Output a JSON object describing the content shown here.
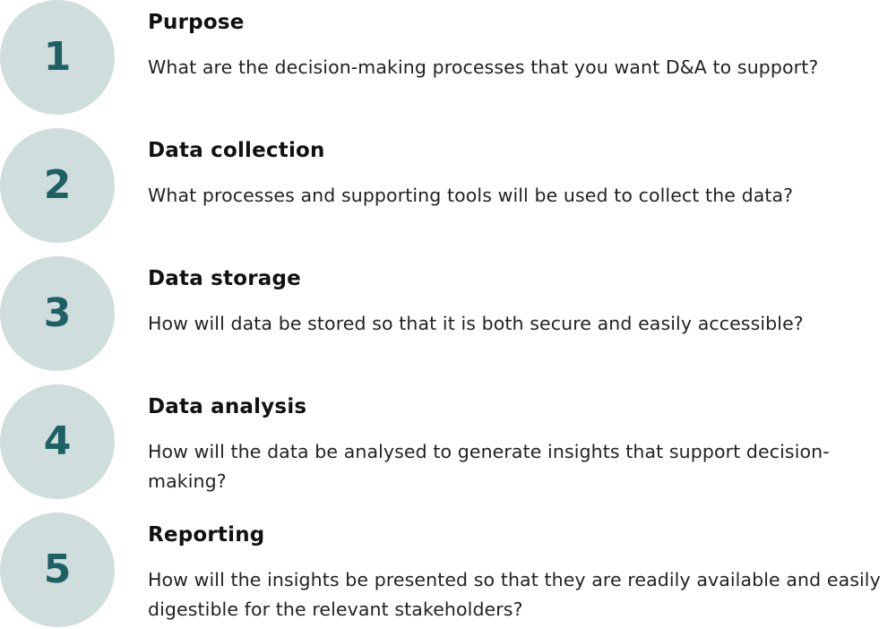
{
  "colors": {
    "circle_fill": "#cfdddc",
    "number_text": "#1e6165",
    "title_text": "#111111",
    "body_text": "#222222"
  },
  "steps": [
    {
      "number": "1",
      "title": "Purpose",
      "description": "What are the decision-making processes that you want D&A to support?"
    },
    {
      "number": "2",
      "title": "Data collection",
      "description": "What processes and supporting tools will be used to collect the data?"
    },
    {
      "number": "3",
      "title": "Data storage",
      "description": "How will data be stored so that it is both secure and easily accessible?"
    },
    {
      "number": "4",
      "title": "Data analysis",
      "description": "How will the data be analysed to generate insights that support decision-making?"
    },
    {
      "number": "5",
      "title": "Reporting",
      "description": "How will the insights be presented so that they are readily available and easily digestible for the relevant stakeholders?"
    }
  ]
}
